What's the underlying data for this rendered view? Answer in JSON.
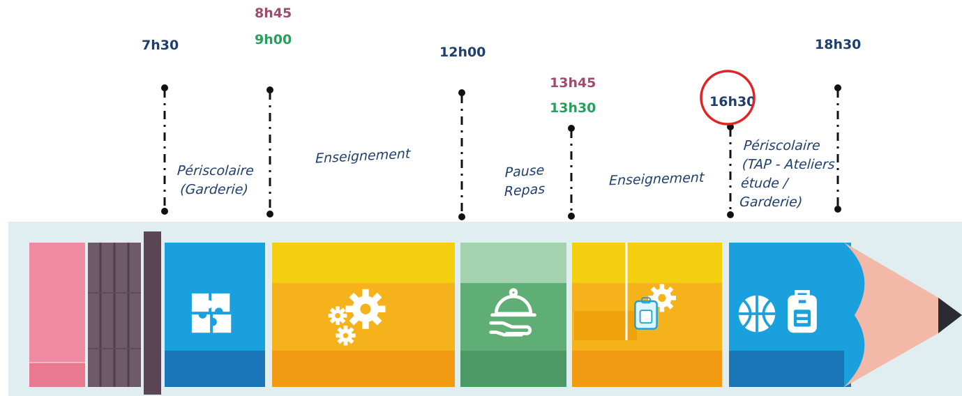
{
  "times": {
    "t_0730": "7h30",
    "t_0845": "8h45",
    "t_0900": "9h00",
    "t_1200": "12h00",
    "t_1345": "13h45",
    "t_1330": "13h30",
    "t_1630": "16h30",
    "t_1830": "18h30"
  },
  "periods": {
    "periscolaire_morning": [
      "Périscolaire",
      "(Garderie)"
    ],
    "enseignement_morning": "Enseignement",
    "pause_repas": [
      "Pause",
      "Repas"
    ],
    "enseignement_afternoon": "Enseignement",
    "periscolaire_evening": [
      "Périscolaire",
      "(TAP - Ateliers",
      "étude /",
      "Garderie)"
    ]
  },
  "icons": {
    "periscolaire_morning": "puzzle-icon",
    "enseignement_morning": "gears-icon",
    "pause_repas": "food-cloche-icon",
    "enseignement_afternoon": "gears-icon",
    "periscolaire_evening": [
      "basketball-icon",
      "backpack-icon"
    ]
  },
  "colors": {
    "time_default": "#1f3f6e",
    "time_alt_purple": "#a04a6e",
    "time_alt_green": "#24a05a",
    "periscolaire": "#1aa0dc",
    "enseignement": "#f6b21a",
    "pause_repas": "#5fae76",
    "eraser": "#ee8aa2",
    "ferrule": "#6f5a6a",
    "pencil_wood": "#f2b8a8",
    "highlight_circle": "#e02323"
  }
}
